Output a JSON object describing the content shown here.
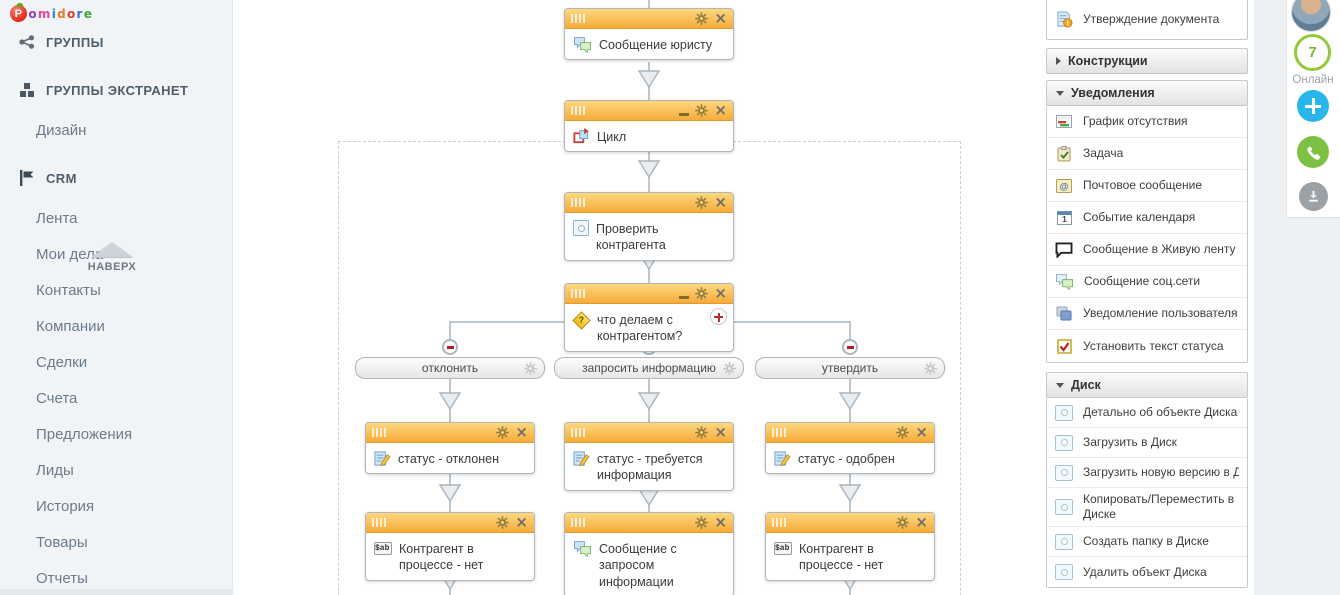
{
  "logo": {
    "letters": [
      {
        "ch": "P",
        "style": "color:#ffffff"
      },
      {
        "ch": "o",
        "style": "color:#8e44ad"
      },
      {
        "ch": "m",
        "style": "color:#e4479c"
      },
      {
        "ch": "i",
        "style": "color:#2f7fd6"
      },
      {
        "ch": "d",
        "style": "color:#e67e22"
      },
      {
        "ch": "o",
        "style": "color:#e2392f"
      },
      {
        "ch": "r",
        "style": "color:#3a6fd8"
      },
      {
        "ch": "e",
        "style": "color:#43a332"
      }
    ]
  },
  "sidebar": {
    "groups_label": "ГРУППЫ",
    "groups_extranet_label": "ГРУППЫ ЭКСТРАНЕТ",
    "design_label": "Дизайн",
    "crm_label": "CRM",
    "crm_items": [
      "Лента",
      "Мои дела",
      "Контакты",
      "Компании",
      "Сделки",
      "Счета",
      "Предложения",
      "Лиды",
      "История",
      "Товары",
      "Отчеты"
    ]
  },
  "back_to_top": {
    "label": "НАВЕРХ"
  },
  "workflow": {
    "blocks": [
      {
        "title": "Сообщение юристу"
      },
      {
        "title": "Цикл"
      },
      {
        "title": "Проверить контрагента"
      },
      {
        "title": "что делаем с контрагентом?"
      }
    ],
    "branches": [
      {
        "label": "отклонить",
        "status": "статус - отклонен",
        "action": "Контрагент в процессе - нет"
      },
      {
        "label": "запросить информацию",
        "status": "статус - требуется информация",
        "action": "Сообщение с запросом информации"
      },
      {
        "label": "утвердить",
        "status": "статус - одобрен",
        "action": "Контрагент в процессе - нет"
      }
    ],
    "var_icon_text": "$ab"
  },
  "right_panel": {
    "top_item": "Утверждение документа",
    "section_constructions": "Конструкции",
    "section_notifications": "Уведомления",
    "notification_items": [
      "График отсутствия",
      "Задача",
      "Почтовое сообщение",
      "Событие календаря",
      "Сообщение в Живую ленту",
      "Сообщение соц.сети",
      "Уведомление пользователя",
      "Установить текст статуса"
    ],
    "section_disk": "Диск",
    "disk_items": [
      "Детально об объекте Диска",
      "Загрузить в Диск",
      "Загрузить новую версию в Диск",
      "Копировать/Переместить в Диске",
      "Создать папку в Диске",
      "Удалить объект Диска"
    ],
    "calendar_icon_digit": "1",
    "mail_icon_char": "@"
  },
  "right_rail": {
    "online_count": "7",
    "online_label": "Онлайн"
  },
  "colors": {
    "block_header_orange": "#f7ab3a",
    "button_blue": "#29b7eb",
    "button_green": "#7cc142",
    "badge_green": "#94c83d",
    "button_gray": "#9aa1a7",
    "connector_red": "#b61e1e"
  }
}
